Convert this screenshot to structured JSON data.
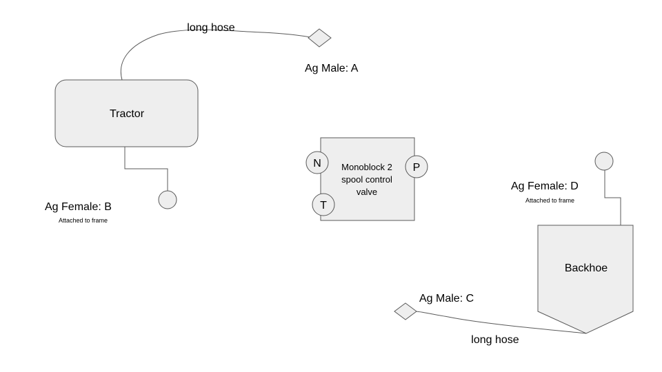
{
  "diagram": {
    "tractor": {
      "label": "Tractor"
    },
    "backhoe": {
      "label": "Backhoe"
    },
    "valve": {
      "label_lines": [
        "Monoblock 2",
        "spool control",
        "valve"
      ],
      "ports": {
        "n": "N",
        "p": "P",
        "t": "T"
      }
    },
    "connectors": {
      "ag_male_a": {
        "label": "Ag Male: A"
      },
      "ag_female_b": {
        "label": "Ag Female: B",
        "note": "Attached to frame"
      },
      "ag_male_c": {
        "label": "Ag Male: C"
      },
      "ag_female_d": {
        "label": "Ag Female: D",
        "note": "Attached to frame"
      }
    },
    "hoses": {
      "tractor_hose": {
        "label": "long hose"
      },
      "backhoe_hose": {
        "label": "long hose"
      }
    }
  }
}
